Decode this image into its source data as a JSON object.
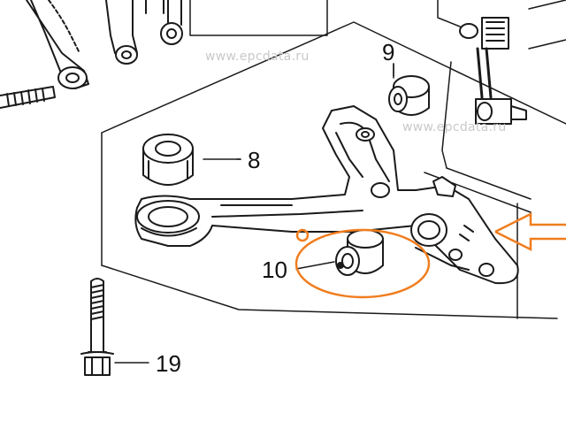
{
  "watermarks": [
    "www.epcdata.ru",
    "www.epcdata.ru"
  ],
  "callouts": [
    "9",
    "8",
    "10",
    "19"
  ],
  "colors": {
    "line": "#1a1a1a",
    "highlight": "#f07d1e",
    "watermark": "#c9c9c9",
    "background": "#ffffff"
  },
  "icons": [
    "arrow-right-icon"
  ]
}
